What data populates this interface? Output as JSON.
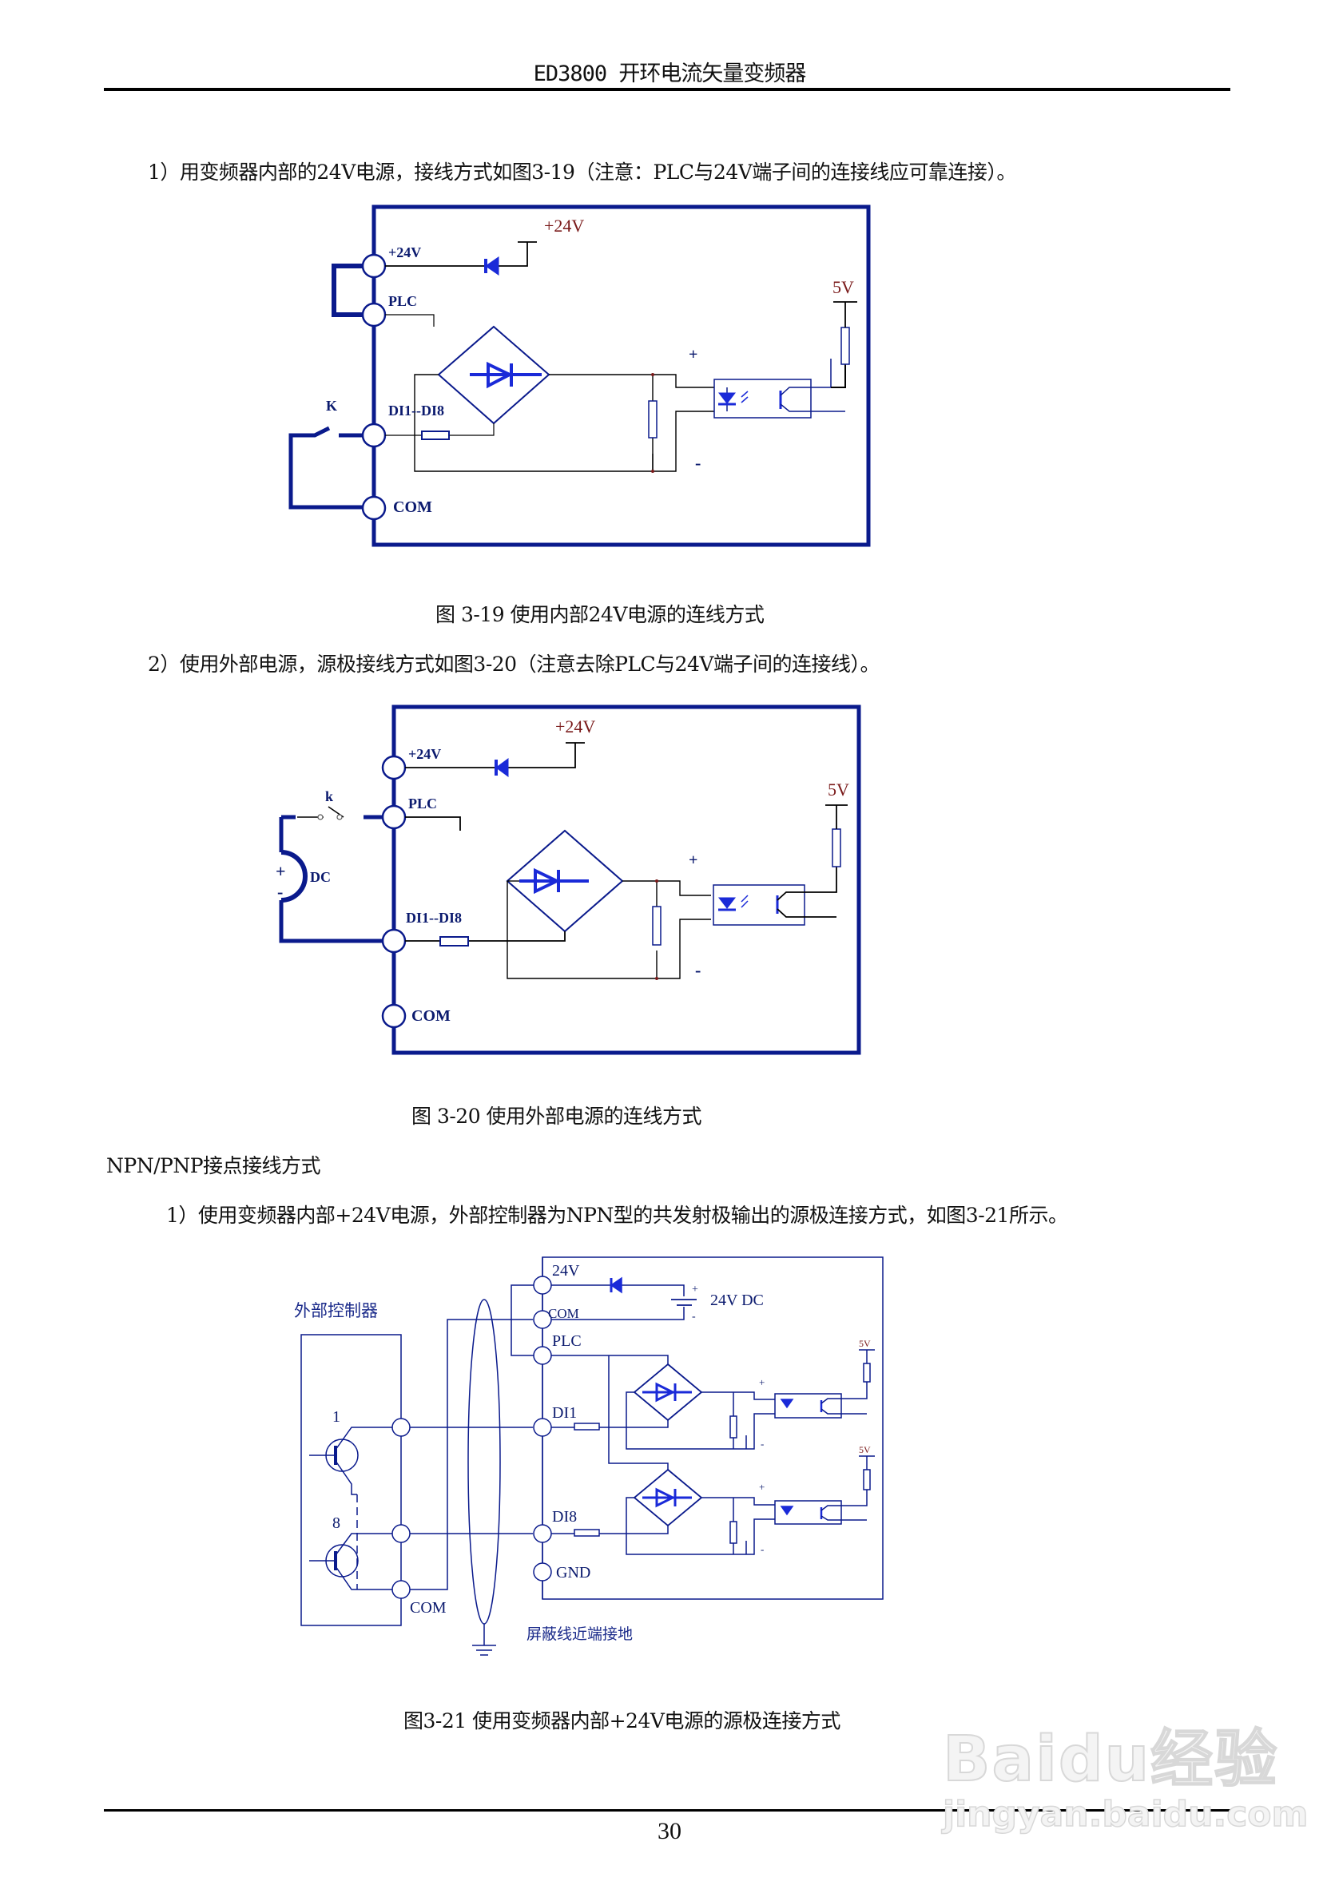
{
  "header": {
    "title": "ED3800 开环电流矢量变频器"
  },
  "section1": {
    "intro": "1）用变频器内部的24V电源，接线方式如图3-19（注意：PLC与24V端子间的连接线应可靠连接）。",
    "figure": {
      "caption": "图 3-19 使用内部24V电源的连线方式",
      "terminals": [
        "+24V",
        "PLC",
        "DI1--DI8",
        "COM"
      ],
      "switch_label": "K",
      "supply_label": "+24V",
      "logic_supply_label": "5V",
      "plus": "+",
      "minus": "-"
    }
  },
  "section2": {
    "intro": "2）使用外部电源，源极接线方式如图3-20（注意去除PLC与24V端子间的连接线）。",
    "figure": {
      "caption": "图 3-20 使用外部电源的连线方式",
      "terminals": [
        "+24V",
        "PLC",
        "DI1--DI8",
        "COM"
      ],
      "switch_label": "k",
      "source_label": "DC",
      "source_plus": "+",
      "source_minus": "-",
      "supply_label": "+24V",
      "logic_supply_label": "5V",
      "plus": "+",
      "minus": "-"
    }
  },
  "section3": {
    "heading": "NPN/PNP接点接线方式",
    "intro": "1）使用变频器内部+24V电源，外部控制器为NPN型的共发射极输出的源极连接方式，如图3-21所示。",
    "figure": {
      "caption": "图3-21 使用变频器内部+24V电源的源极连接方式",
      "controller_label": "外部控制器",
      "controller_outputs": [
        "1",
        "8"
      ],
      "controller_com": "COM",
      "terminals": [
        "24V",
        "COM",
        "PLC",
        "DI1",
        "DI8",
        "GND"
      ],
      "internal_supply_label": "24V DC",
      "logic_supply_label": "5V",
      "plus": "+",
      "minus": "-",
      "shield_note": "屏蔽线近端接地"
    }
  },
  "footer": {
    "page_number": "30"
  },
  "watermark": {
    "brand": "Baidu经验",
    "url": "jingyan.baidu.com"
  }
}
